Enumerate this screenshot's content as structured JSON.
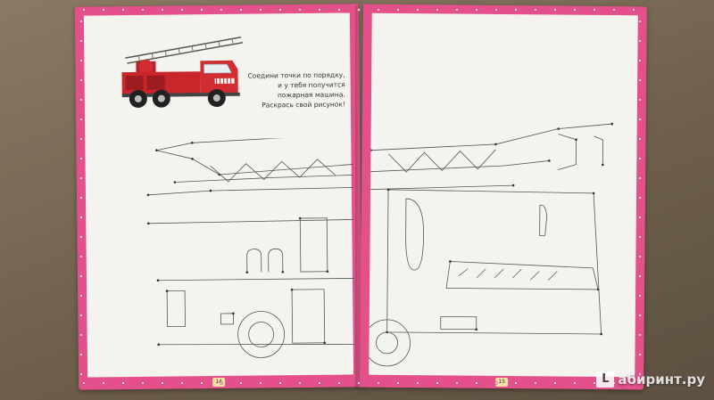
{
  "left_page": {
    "instructions": "Соедини точки по порядку, и у тебя получится пожарная машина. Раскрась свой рисунок!",
    "page_number": "14"
  },
  "right_page": {
    "page_number": "15"
  },
  "watermark": {
    "badge": "L",
    "text": "абиринт.ру"
  },
  "colors": {
    "page_border": "#e3508a",
    "paper": "#f4f3ee",
    "truck_red": "#c8262b"
  }
}
